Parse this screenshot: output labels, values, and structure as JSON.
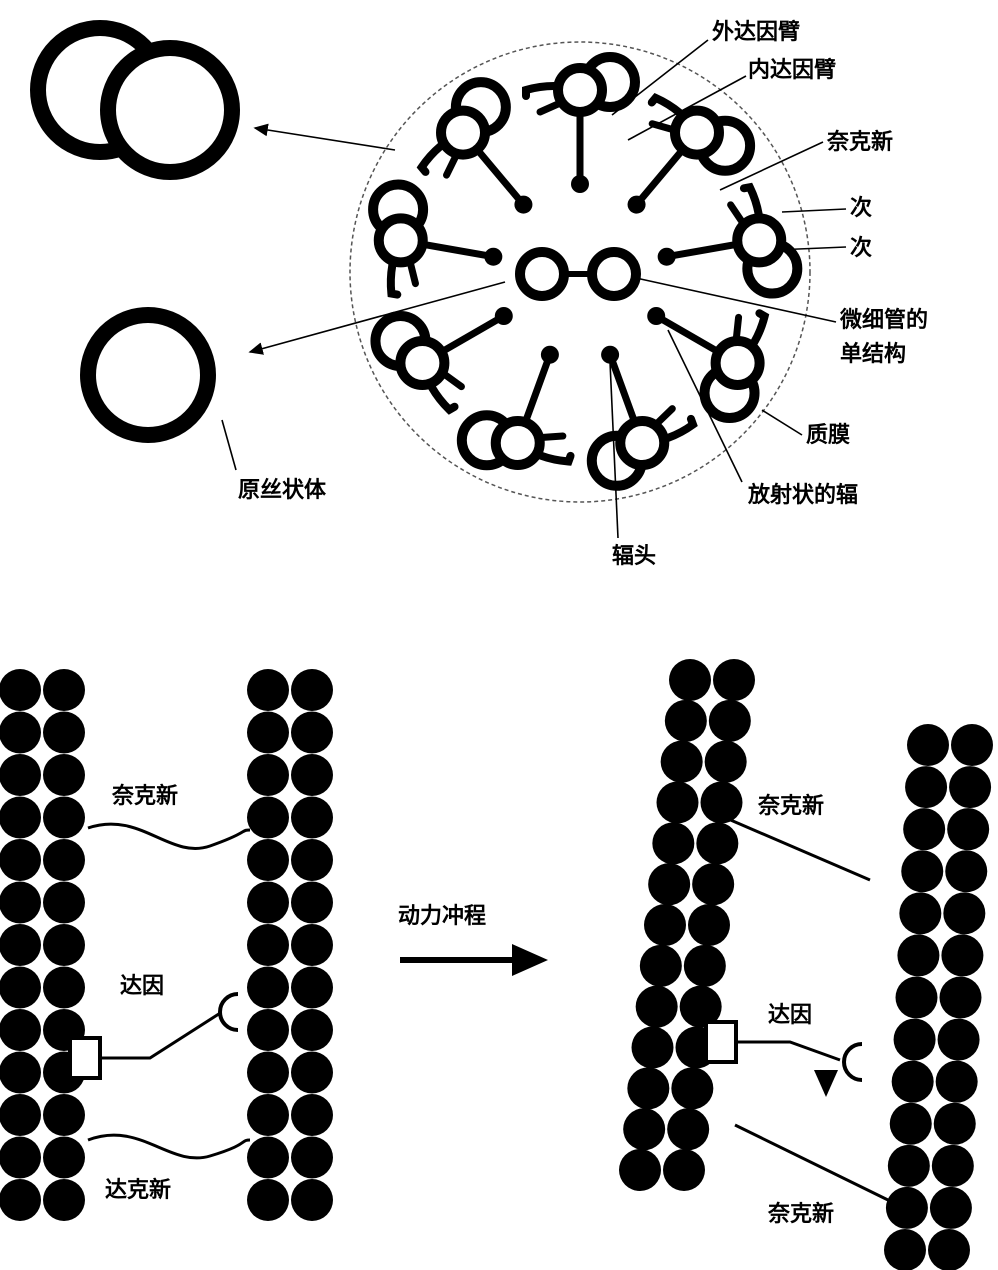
{
  "cross_section": {
    "outer_dynein_arm": "外达因臂",
    "inner_dynein_arm": "内达因臂",
    "nexin": "奈克新",
    "sub_a": "次",
    "sub_b": "次",
    "central_singlet_line1": "微细管的",
    "central_singlet_line2": "单结构",
    "plasma_membrane": "质膜",
    "radial_spoke": "放射状的辐",
    "spoke_head": "辐头",
    "protofilament": "原丝状体"
  },
  "sliding": {
    "left_nexin": "奈克新",
    "left_dynein": "达因",
    "left_dacxin": "达克新",
    "power_stroke": "动力冲程",
    "right_nexin_top": "奈克新",
    "right_dynein": "达因",
    "right_nexin_bottom": "奈克新"
  }
}
